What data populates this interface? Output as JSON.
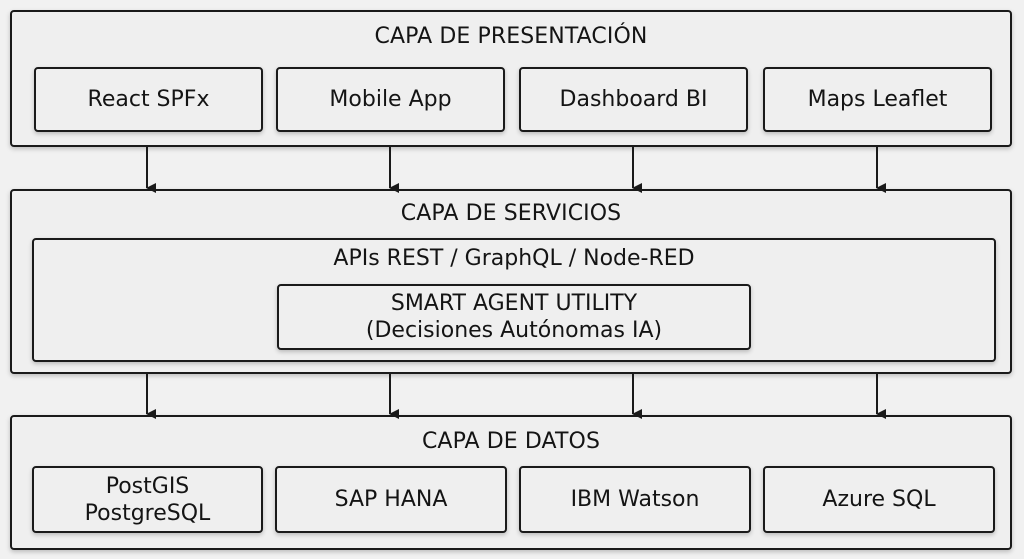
{
  "presentation_layer": {
    "title": "CAPA DE PRESENTACIÓN",
    "components": [
      "React SPFx",
      "Mobile App",
      "Dashboard BI",
      "Maps Leaflet"
    ]
  },
  "services_layer": {
    "title": "CAPA DE SERVICIOS",
    "api_title": "APIs REST / GraphQL / Node-RED",
    "agent": {
      "line1": "SMART AGENT UTILITY",
      "line2": "(Decisiones Autónomas IA)"
    }
  },
  "data_layer": {
    "title": "CAPA DE DATOS",
    "components": [
      {
        "line1": "PostGIS",
        "line2": "PostgreSQL"
      },
      {
        "line1": "SAP HANA",
        "line2": ""
      },
      {
        "line1": "IBM Watson",
        "line2": ""
      },
      {
        "line1": "Azure SQL",
        "line2": ""
      }
    ]
  }
}
